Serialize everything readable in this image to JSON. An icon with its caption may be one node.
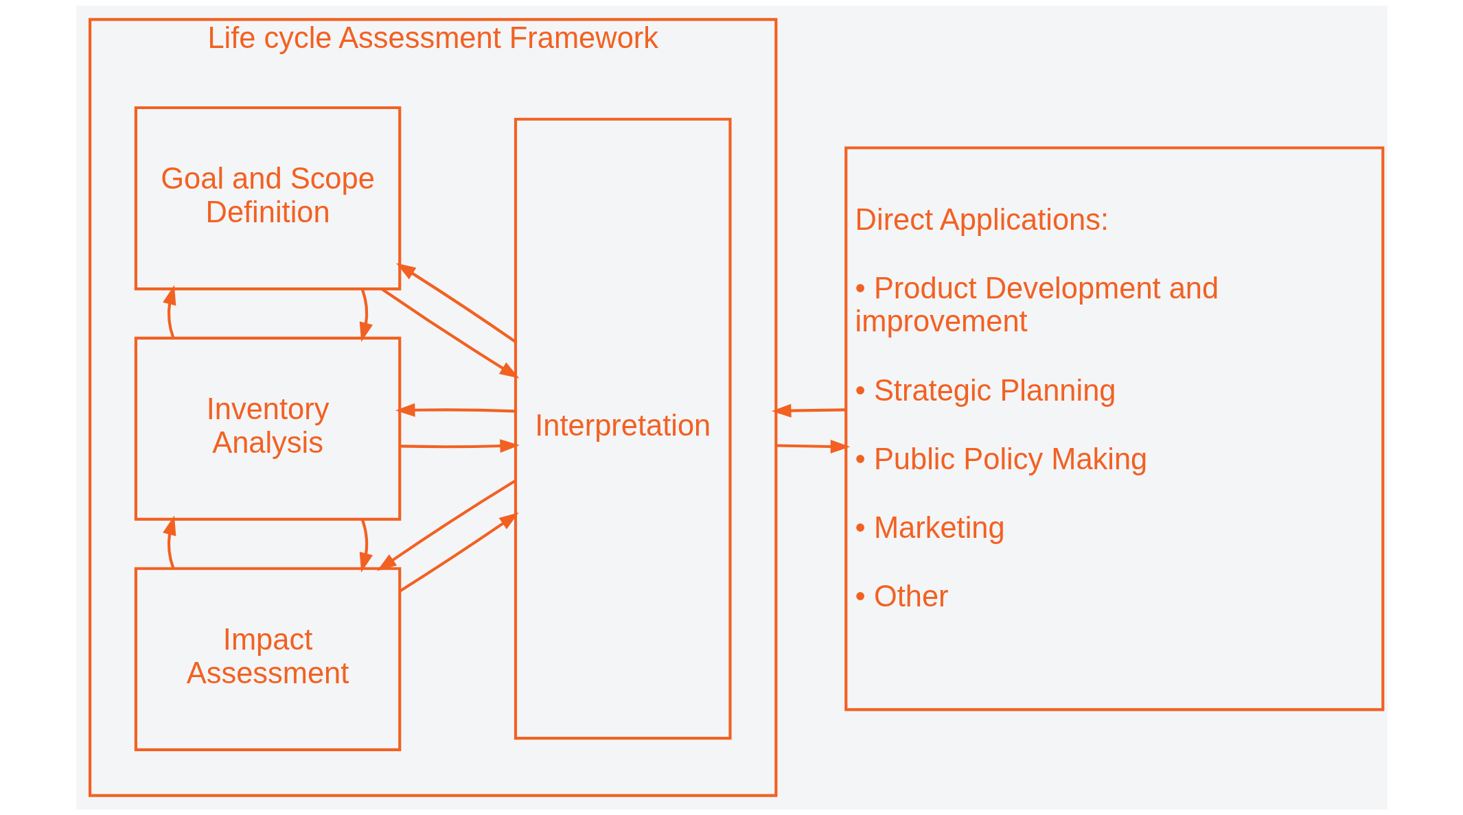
{
  "diagram": {
    "nodes": [
      {
        "text": [
          "Life cycle Assessment Framework"
        ]
      },
      {
        "text": [
          "Goal and Scope Definition"
        ],
        "in": 0
      },
      {
        "text": [
          "Inventory Analysis"
        ],
        "in": 0
      },
      {
        "text": [
          "Impact Assessment"
        ],
        "in": 0
      },
      {
        "text": [
          "Interpretation"
        ],
        "in": 0
      },
      {
        "text": [
          "Direct Applications:",
          "• Product Development and improvement",
          "• Strategic Planning",
          "• Public Policy Making",
          "• Marketing",
          "• Other"
        ]
      }
    ],
    "edges": [
      {
        "from": 1,
        "to": 4,
        "arrow": "to"
      },
      {
        "from": 4,
        "to": 1,
        "arrow": "to"
      },
      {
        "from": 1,
        "to": 2,
        "arrow": "to"
      },
      {
        "from": 2,
        "to": 1,
        "arrow": "to"
      },
      {
        "from": 2,
        "to": 4,
        "arrow": "to"
      },
      {
        "from": 4,
        "to": 2,
        "arrow": "to"
      },
      {
        "from": 2,
        "to": 3,
        "arrow": "to"
      },
      {
        "from": 3,
        "to": 2,
        "arrow": "to"
      },
      {
        "from": 3,
        "to": 4,
        "arrow": "to"
      },
      {
        "from": 4,
        "to": 3,
        "arrow": "to"
      },
      {
        "from": 0,
        "to": 5,
        "arrow": "to"
      },
      {
        "from": 5,
        "to": 0,
        "arrow": "to"
      }
    ]
  }
}
